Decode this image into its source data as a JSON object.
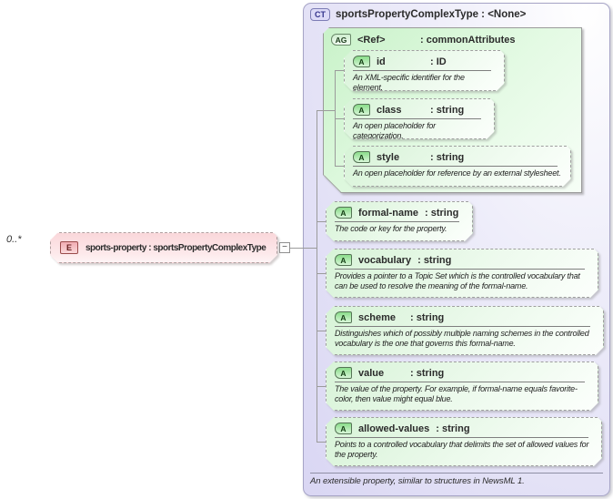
{
  "element": {
    "multiplicity": "0..*",
    "badge": "E",
    "name": "sports-property",
    "type": ": sportsPropertyComplexType"
  },
  "icons": {
    "collapse_toggle": "−"
  },
  "complex_type": {
    "badge": "CT",
    "title": "sportsPropertyComplexType : <None>",
    "attribute_group": {
      "badge": "AG",
      "name": "<Ref>",
      "type": ": commonAttributes",
      "attributes": [
        {
          "badge": "A",
          "name": "id",
          "type": ": ID",
          "desc": "An XML-specific identifier for the element."
        },
        {
          "badge": "A",
          "name": "class",
          "type": ": string",
          "desc": "An open placeholder for categorization."
        },
        {
          "badge": "A",
          "name": "style",
          "type": ": string",
          "desc": "An open placeholder for reference by an external stylesheet."
        }
      ]
    },
    "attributes": [
      {
        "badge": "A",
        "name": "formal-name",
        "type": ": string",
        "desc": "The code or key for the property."
      },
      {
        "badge": "A",
        "name": "vocabulary",
        "type": ": string",
        "desc": "Provides a pointer to a Topic Set which is the controlled vocabulary that can be used to resolve the meaning of the formal-name."
      },
      {
        "badge": "A",
        "name": "scheme",
        "type": ": string",
        "desc": "Distinguishes which of possibly multiple naming schemes in the controlled vocabulary is the one that governs this formal-name."
      },
      {
        "badge": "A",
        "name": "value",
        "type": ": string",
        "desc": "The value of the property. For example, if formal-name equals favorite-color, then value might equal blue."
      },
      {
        "badge": "A",
        "name": "allowed-values",
        "type": ": string",
        "desc": "Points to a controlled vocabulary that delimits the set of allowed values for the property."
      }
    ],
    "annotation": "An extensible property, similar to structures in NewsML 1."
  },
  "colors": {
    "lavender_fill": "#d9d6f3",
    "green_fill": "#c9f2c9",
    "pink_fill": "#fad7da",
    "connector": "#9b9b9b"
  }
}
